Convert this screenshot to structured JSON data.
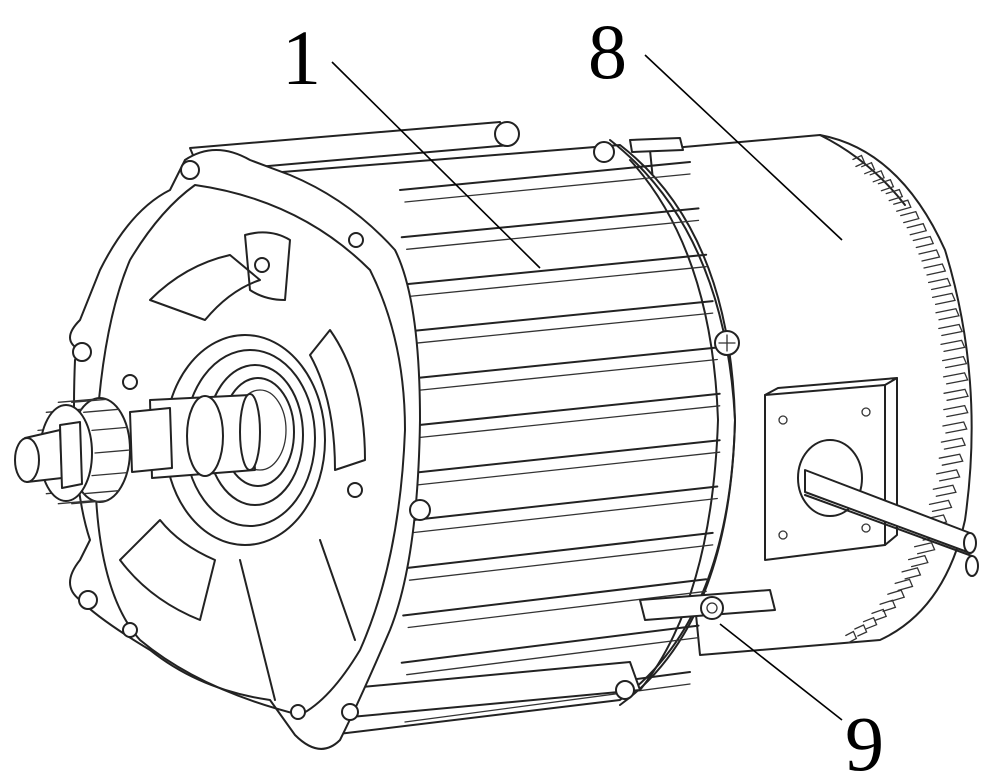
{
  "figure": {
    "callouts": [
      {
        "id": "1",
        "label": "1"
      },
      {
        "id": "8",
        "label": "8"
      },
      {
        "id": "9",
        "label": "9"
      }
    ],
    "line_color": "#222222",
    "background": "#ffffff"
  }
}
